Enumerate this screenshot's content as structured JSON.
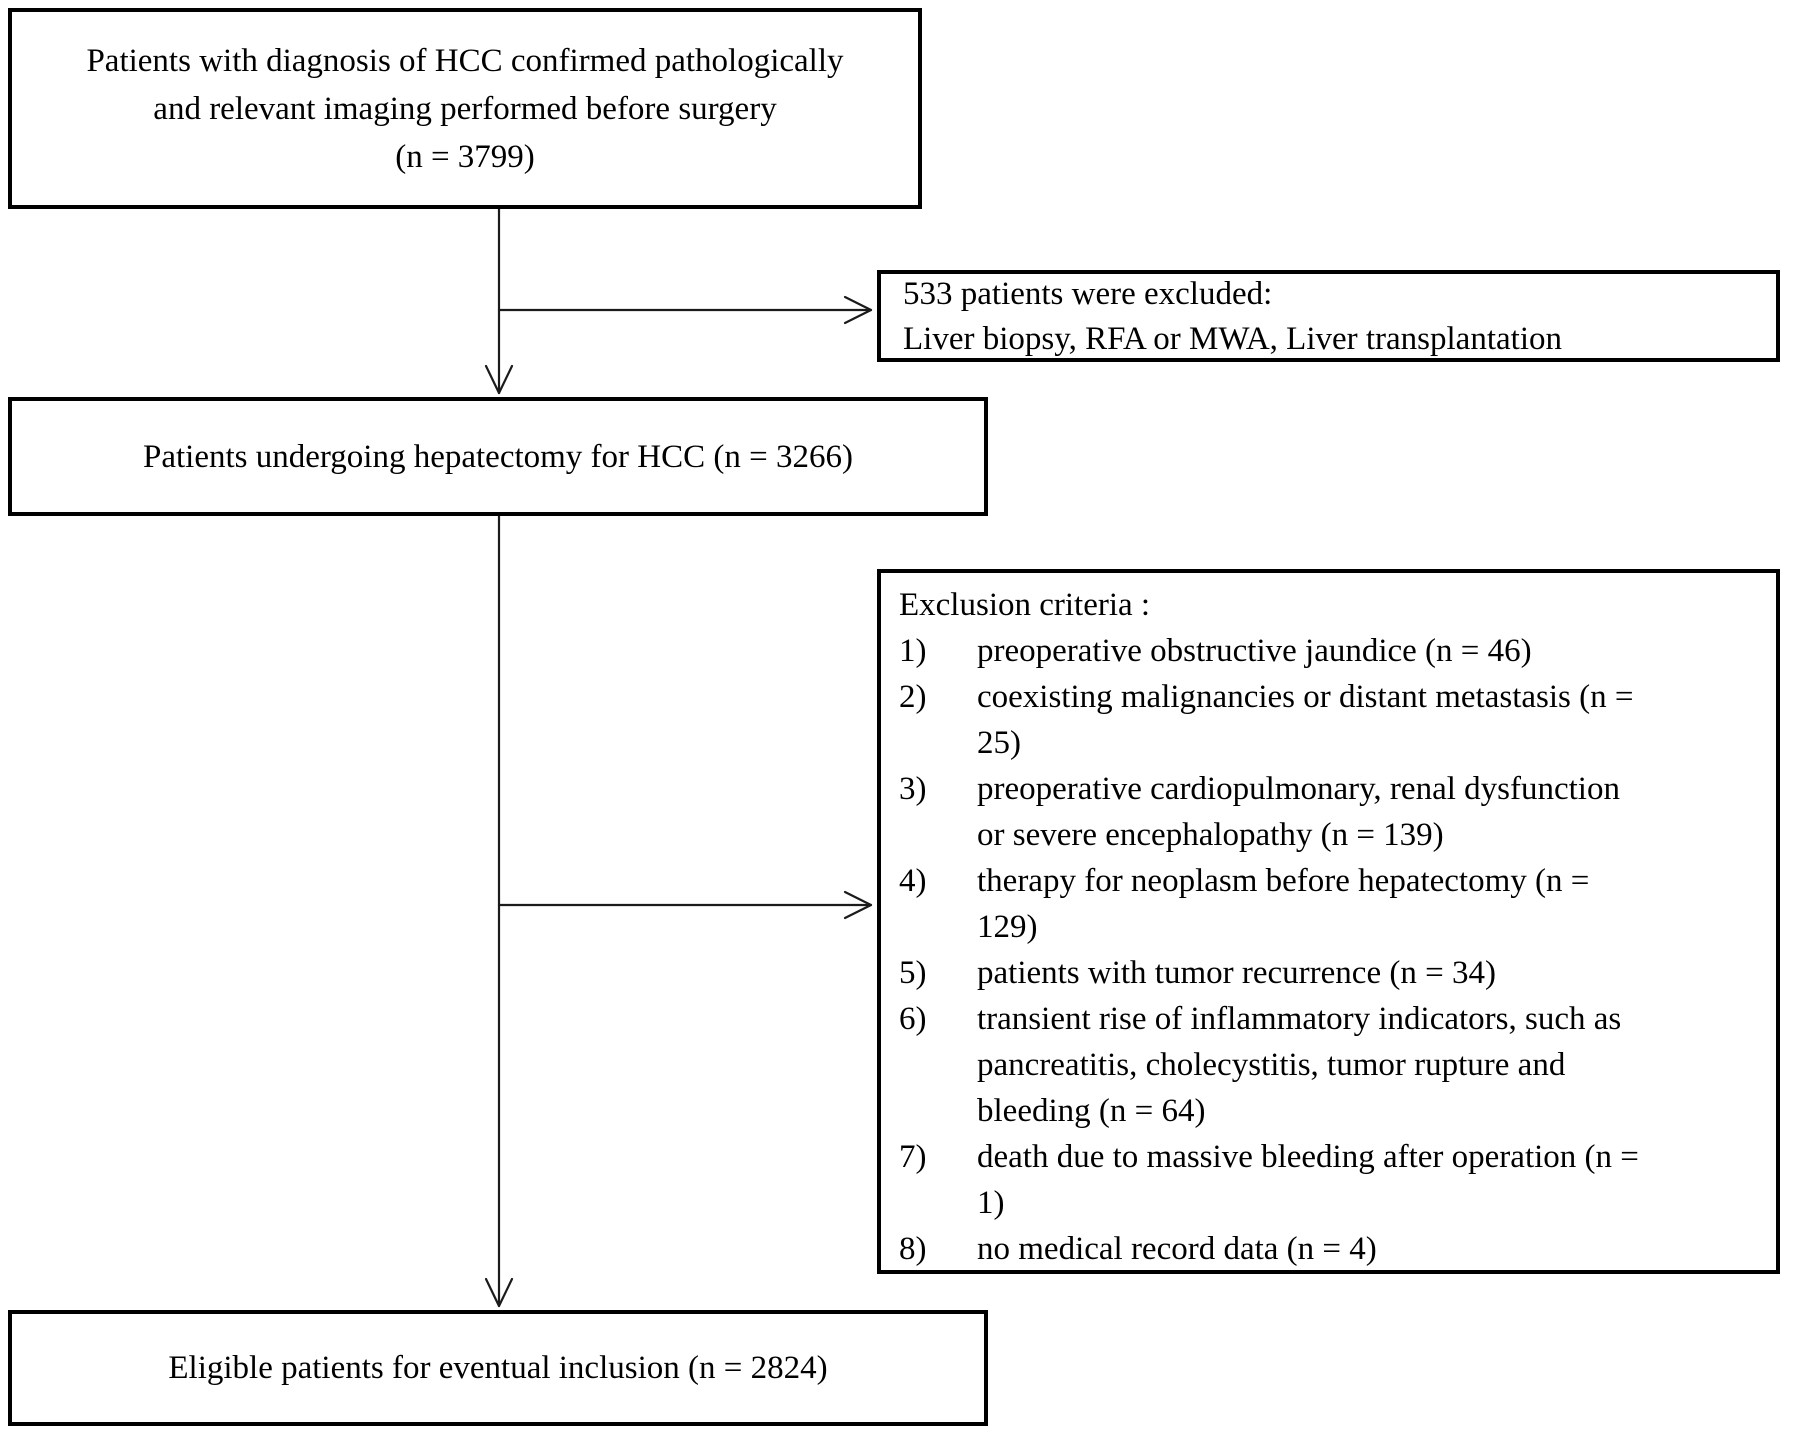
{
  "page": {
    "background_color": "#ffffff",
    "border_color": "#000000",
    "line_color": "#1b1b1b"
  },
  "boxes": {
    "initial": {
      "lines": [
        "Patients with diagnosis of HCC confirmed pathologically",
        "and relevant imaging performed before surgery",
        "(n = 3799)"
      ]
    },
    "excluded": {
      "lines": [
        "533 patients were excluded:",
        "Liver biopsy, RFA or MWA, Liver transplantation"
      ]
    },
    "hepatectomy": {
      "text": "Patients undergoing hepatectomy for HCC (n = 3266)"
    },
    "criteria": {
      "header": "Exclusion criteria :",
      "items": [
        {
          "num": "1)",
          "text": "preoperative obstructive jaundice (n = 46)"
        },
        {
          "num": "2)",
          "text": "coexisting malignancies or distant metastasis (n =\n25)"
        },
        {
          "num": "3)",
          "text": "preoperative cardiopulmonary, renal dysfunction\nor severe encephalopathy (n = 139)"
        },
        {
          "num": "4)",
          "text": "therapy for neoplasm before hepatectomy (n =\n129)"
        },
        {
          "num": "5)",
          "text": "patients with tumor recurrence (n = 34)"
        },
        {
          "num": "6)",
          "text": "transient rise of inflammatory indicators, such as\npancreatitis, cholecystitis, tumor rupture and\nbleeding (n = 64)"
        },
        {
          "num": "7)",
          "text": "death due to massive bleeding after operation (n =\n1)"
        },
        {
          "num": "8)",
          "text": "no medical record data (n = 4)"
        }
      ]
    },
    "eligible": {
      "text": "Eligible patients for eventual inclusion (n = 2824)"
    }
  }
}
